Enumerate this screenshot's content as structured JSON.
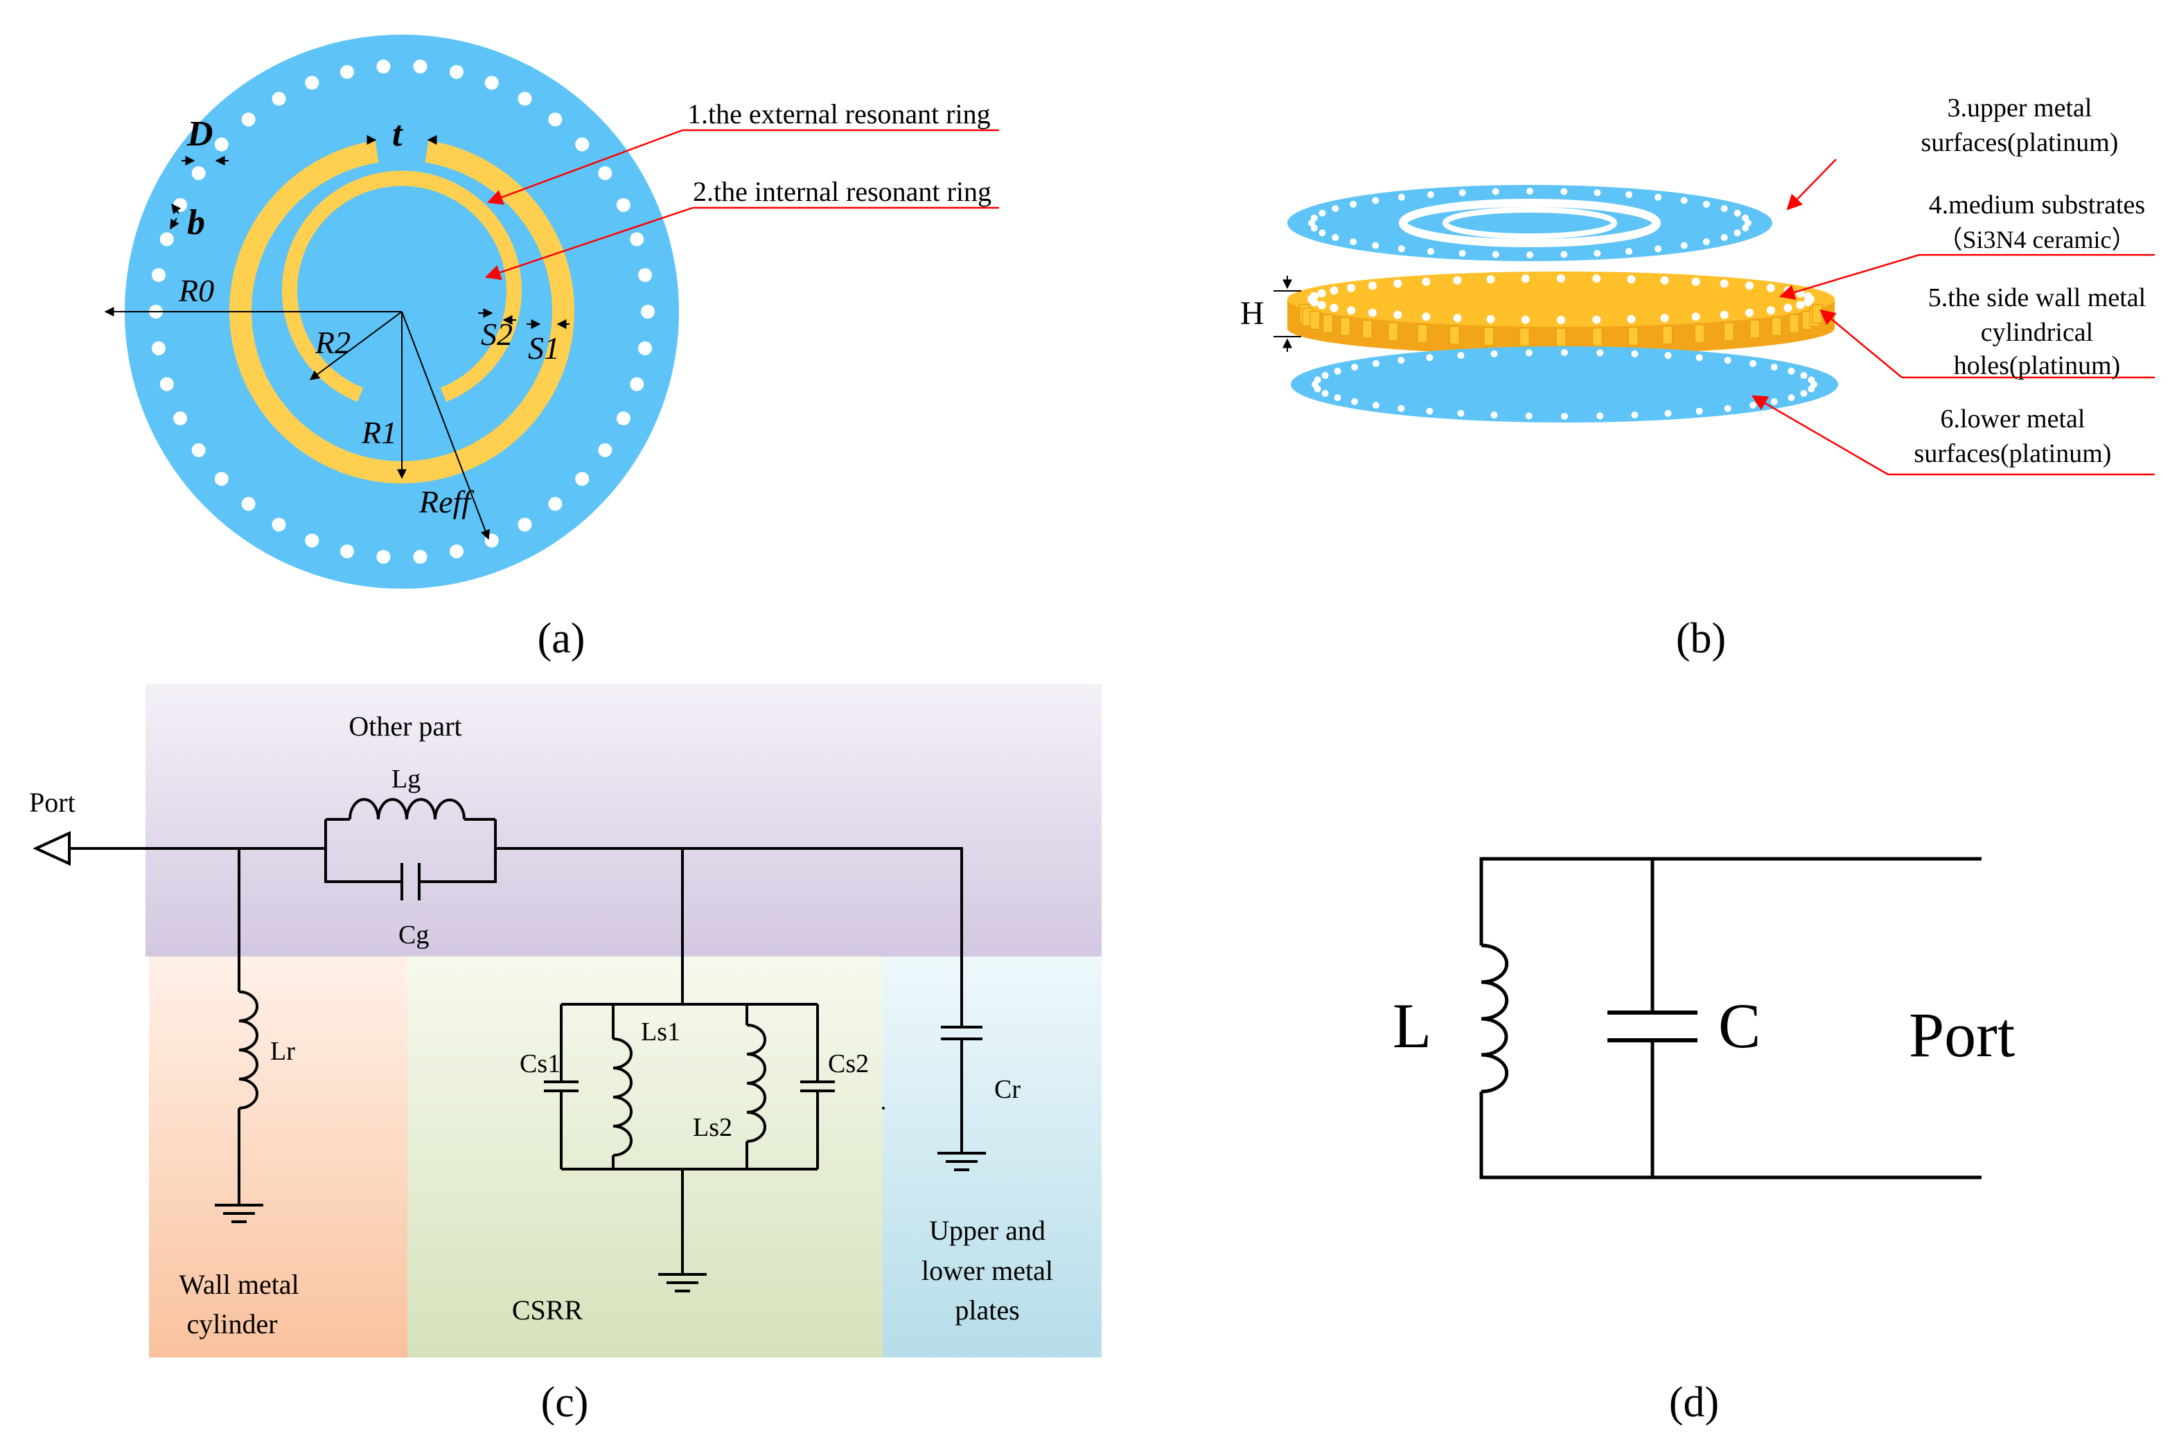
{
  "panel_labels": {
    "a": "(a)",
    "b": "(b)",
    "c": "(c)",
    "d": "(d)"
  },
  "colors": {
    "substrate_blue": "#5EC3F7",
    "ring_gold": "#FFD04F",
    "ceramic_orange": "#FFB81C",
    "annotation_red": "#FF0000",
    "other_part_bg": "#D6CCE3",
    "wall_bg": "#FAC8A8",
    "csrr_bg": "#DCE6C3",
    "plates_bg": "#BEE2EC"
  },
  "panel_a": {
    "callouts": {
      "external_ring": "1.the external resonant ring",
      "internal_ring": "2.the internal resonant ring"
    },
    "dimensions": {
      "D": "D",
      "b": "b",
      "t": "t",
      "R0": "R0",
      "R1": "R1",
      "R2": "R2",
      "Reff": "Reff",
      "S1": "S1",
      "S2": "S2"
    }
  },
  "panel_b": {
    "callouts": {
      "upper_surface_1": "3.upper  metal",
      "upper_surface_2": "surfaces(platinum)",
      "substrate_1": "4.medium substrates",
      "substrate_2": "（Si3N4 ceramic）",
      "side_wall_1": "5.the side wall metal",
      "side_wall_2": "cylindrical",
      "side_wall_3": "holes(platinum)",
      "lower_surface_1": "6.lower metal",
      "lower_surface_2": "surfaces(platinum)"
    },
    "height_label": "H"
  },
  "panel_c": {
    "regions": {
      "other_part": "Other part",
      "wall_1": "Wall metal",
      "wall_2": "cylinder",
      "csrr": "CSRR",
      "plates_1": "Upper and",
      "plates_2": "lower metal",
      "plates_3": "plates"
    },
    "port": "Port",
    "components": {
      "Lg": "Lg",
      "Cg": "Cg",
      "Lr": "Lr",
      "Cr": "Cr",
      "Cs1": "Cs1",
      "Ls1": "Ls1",
      "Ls2": "Ls2",
      "Cs2": "Cs2"
    }
  },
  "panel_d": {
    "L": "L",
    "C": "C",
    "port": "Port"
  }
}
